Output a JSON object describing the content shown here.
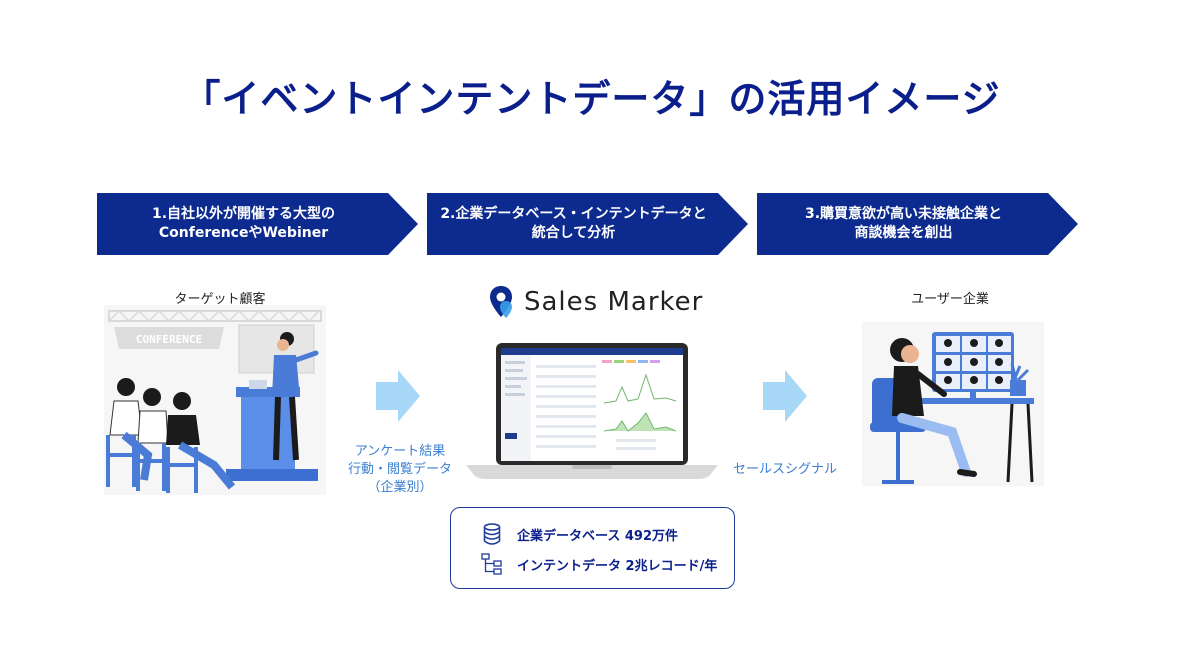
{
  "title": "「イベントインテントデータ」の活用イメージ",
  "steps": [
    {
      "line1": "1.自社以外が開催する大型の",
      "line2": "ConferenceやWebiner"
    },
    {
      "line1": "2.企業データベース・インテントデータと",
      "line2": "統合して分析"
    },
    {
      "line1": "3.購買意欲が高い未接触企業と",
      "line2": "商談機会を創出"
    }
  ],
  "left_caption": "ターゲット顧客",
  "right_caption": "ユーザー企業",
  "conference_banner": "CONFERENCE",
  "brand_name": "Sales Marker",
  "flow_left": {
    "line1": "アンケート結果",
    "line2": "行動・閲覧データ",
    "line3": "（企業別）"
  },
  "flow_right": "セールスシグナル",
  "info": {
    "row1": "企業データベース 492万件",
    "row2": "インテントデータ 2兆レコード/年"
  },
  "icons": {
    "database": "database-icon",
    "hierarchy": "hierarchy-icon",
    "pin": "map-pin-icon"
  },
  "colors": {
    "navy": "#0d2b8f",
    "title": "#0b1f8c",
    "accent": "#3a7fd0",
    "arrow": "#9fd3f5"
  }
}
